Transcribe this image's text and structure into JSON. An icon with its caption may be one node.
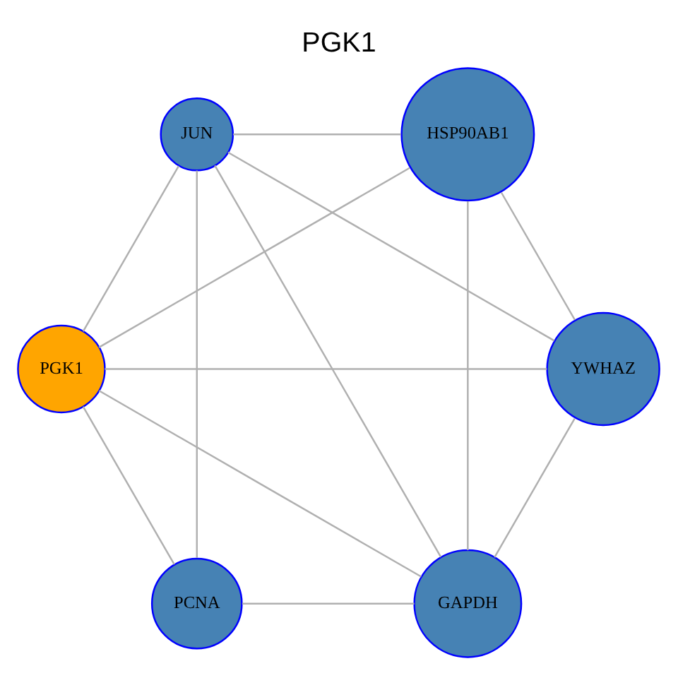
{
  "diagram": {
    "title": "PGK1",
    "nodes": [
      {
        "text": [
          "PCNA"
        ]
      },
      {
        "text": [
          "GAPDH"
        ]
      },
      {
        "text": [
          "PGK1"
        ]
      },
      {
        "text": [
          "YWHAZ"
        ]
      },
      {
        "text": [
          "JUN"
        ]
      },
      {
        "text": [
          "HSP90AB1"
        ]
      }
    ],
    "edges": [
      {
        "from": 1,
        "to": 0,
        "arrow": "none"
      },
      {
        "from": 2,
        "to": 0,
        "arrow": "none"
      },
      {
        "from": 0,
        "to": 4,
        "arrow": "none"
      },
      {
        "from": 1,
        "to": 2,
        "arrow": "none"
      },
      {
        "from": 1,
        "to": 4,
        "arrow": "none"
      },
      {
        "from": 1,
        "to": 3,
        "arrow": "none"
      },
      {
        "from": 1,
        "to": 5,
        "arrow": "none"
      },
      {
        "from": 2,
        "to": 3,
        "arrow": "none"
      },
      {
        "from": 2,
        "to": 4,
        "arrow": "none"
      },
      {
        "from": 2,
        "to": 5,
        "arrow": "none"
      },
      {
        "from": 3,
        "to": 4,
        "arrow": "none"
      },
      {
        "from": 3,
        "to": 5,
        "arrow": "none"
      },
      {
        "from": 5,
        "to": 4,
        "arrow": "none"
      }
    ]
  }
}
